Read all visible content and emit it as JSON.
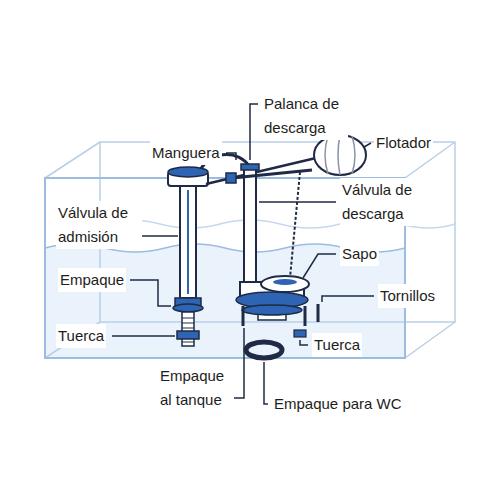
{
  "diagram": {
    "labels": [
      "Manguera",
      "Palanca de descarga",
      "Flotador",
      "Válvula de descarga",
      "Válvula de admisión",
      "Sapo",
      "Empaque",
      "Tornillos",
      "Tuerca",
      "Tuerca",
      "Empaque al tanque",
      "Empaque para WC"
    ]
  }
}
